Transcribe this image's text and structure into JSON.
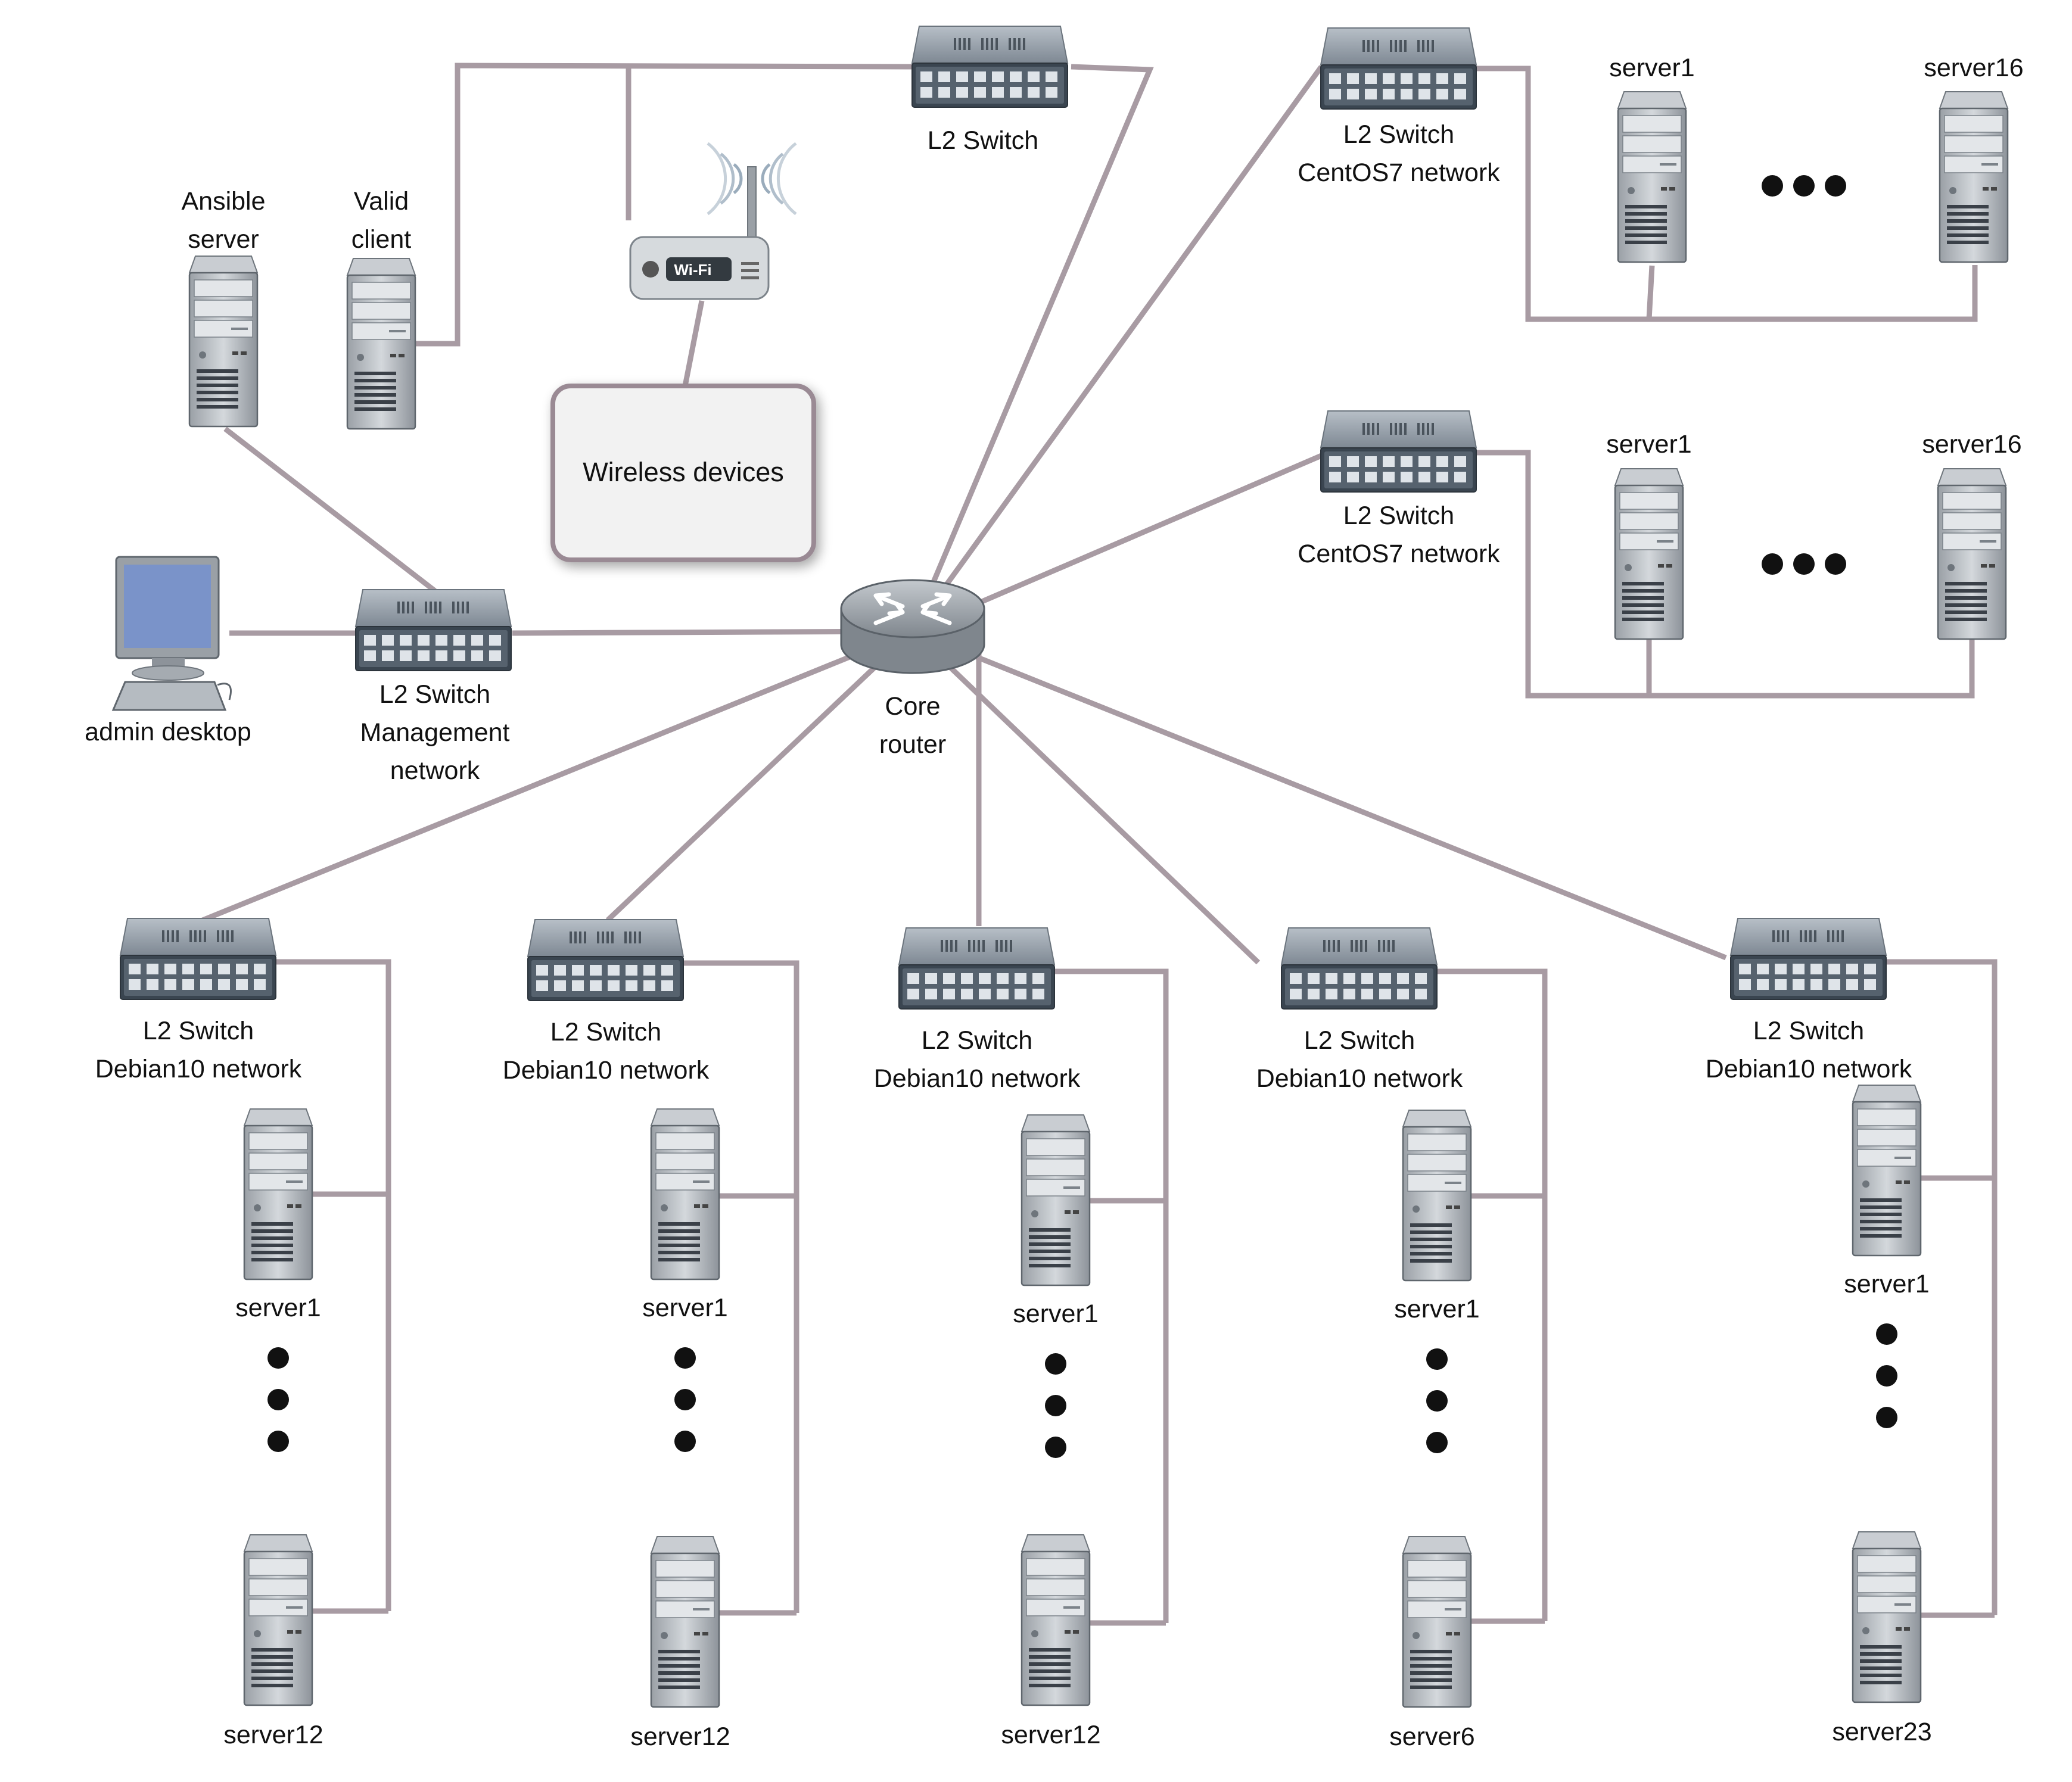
{
  "colors": {
    "link": "#a89ba3",
    "switch_body": "#8a949e",
    "switch_front": "#3e4a56",
    "server_body": "#b9bec4",
    "monitor_screen": "#7a93c9",
    "router_body": "#9aa0a6",
    "wireless_box_border": "#9a8a94"
  },
  "nodes": {
    "router": {
      "lines": [
        "Core",
        "router"
      ],
      "icon": "router-icon"
    },
    "l2_top": {
      "lines": [
        "L2 Switch"
      ],
      "icon": "switch-icon"
    },
    "wifi_ap": {
      "badge": "Wi-Fi",
      "icon": "wifi-router-icon"
    },
    "wireless_devices": {
      "label": "Wireless devices"
    },
    "ansible_server": {
      "lines": [
        "Ansible",
        "server"
      ],
      "icon": "server-icon"
    },
    "valid_client": {
      "lines": [
        "Valid",
        "client"
      ],
      "icon": "server-icon"
    },
    "admin_desktop": {
      "lines": [
        "admin desktop"
      ],
      "icon": "desktop-icon"
    },
    "mgmt_switch": {
      "lines": [
        "L2 Switch",
        "Management",
        "network"
      ],
      "icon": "switch-icon"
    }
  },
  "centos_groups": [
    {
      "switch_lines": [
        "L2 Switch",
        "CentOS7 network"
      ],
      "first": "server1",
      "last": "server16"
    },
    {
      "switch_lines": [
        "L2 Switch",
        "CentOS7 network"
      ],
      "first": "server1",
      "last": "server16"
    }
  ],
  "debian_groups": [
    {
      "switch_lines": [
        "L2 Switch",
        "Debian10 network"
      ],
      "first": "server1",
      "last": "server12"
    },
    {
      "switch_lines": [
        "L2 Switch",
        "Debian10 network"
      ],
      "first": "server1",
      "last": "server12"
    },
    {
      "switch_lines": [
        "L2 Switch",
        "Debian10 network"
      ],
      "first": "server1",
      "last": "server12"
    },
    {
      "switch_lines": [
        "L2 Switch",
        "Debian10 network"
      ],
      "first": "server1",
      "last": "server6"
    },
    {
      "switch_lines": [
        "L2 Switch",
        "Debian10 network"
      ],
      "first": "server1",
      "last": "server23"
    }
  ]
}
